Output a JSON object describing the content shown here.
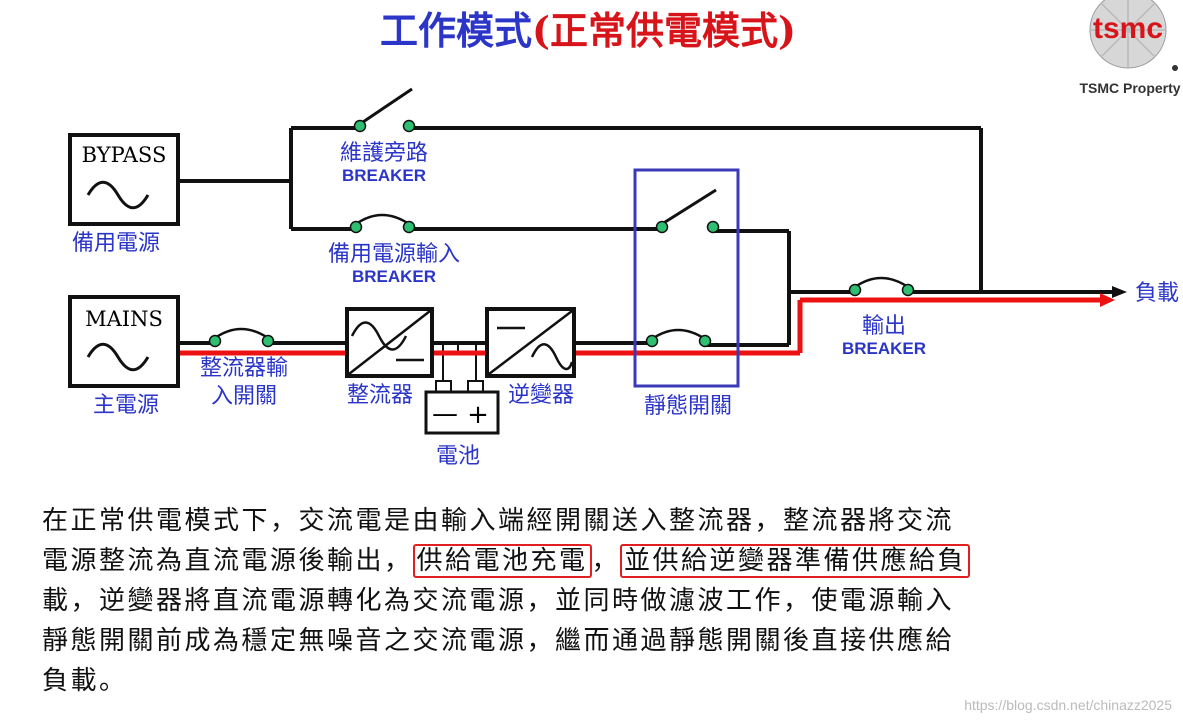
{
  "title": {
    "main": "工作模式",
    "mode": "(正常供電模式)"
  },
  "logo": {
    "text": "tsmc",
    "property": "TSMC Property"
  },
  "sources": {
    "bypass": {
      "box_label": "BYPASS",
      "caption": "備用電源"
    },
    "mains": {
      "box_label": "MAINS",
      "caption": "主電源"
    }
  },
  "breakers": {
    "maintenance": {
      "name": "維護旁路",
      "sub": "BREAKER"
    },
    "bypass_input": {
      "name": "備用電源輸入",
      "sub": "BREAKER"
    },
    "output": {
      "name": "輸出",
      "sub": "BREAKER"
    }
  },
  "components": {
    "rectifier_input_line1": "整流器輸",
    "rectifier_input_line2": "入開關",
    "rectifier": "整流器",
    "inverter": "逆變器",
    "battery": "電池",
    "static_switch": "靜態開關",
    "load": "負載"
  },
  "battery_symbols": {
    "minus": "—",
    "plus": "+"
  },
  "description": {
    "line1": "在正常供電模式下，交流電是由輸入端經開關送入整流器，整流器將交流",
    "line2_a": "電源整流為直流電源後輸出，",
    "line2_b": "供給電池充電",
    "line2_c": "，",
    "line2_d": "並供給逆變器準備供應給負",
    "line3": "載，逆變器將直流電源轉化為交流電源，並同時做濾波工作，使電源輸入",
    "line4": "靜態開關前成為穩定無噪音之交流電源，繼而通過靜態開關後直接供應給",
    "line5": "負載。"
  },
  "watermark": "https://blog.csdn.net/chinazz2025",
  "colors": {
    "title_blue": "#2b35c7",
    "title_red": "#d8141b",
    "label_blue": "#2b35c7",
    "power_path_red": "#ee1111",
    "static_switch_frame": "#3a3ab8",
    "contact_green": "#2fbf71",
    "highlight_frame": "#e02020"
  }
}
